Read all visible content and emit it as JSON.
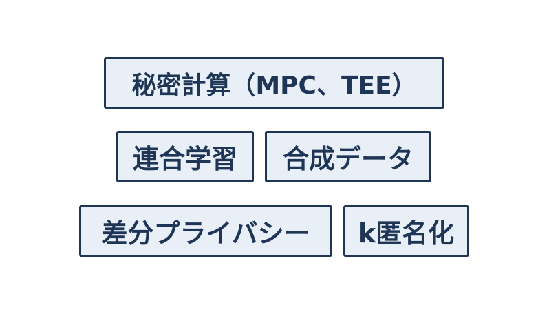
{
  "colors": {
    "border": "#1e3556",
    "fill": "#e8eff7",
    "text": "#1e3556"
  },
  "tags": [
    {
      "label": "秘密計算（MPC、TEE）"
    },
    {
      "label": "連合学習"
    },
    {
      "label": "合成データ"
    },
    {
      "label": "差分プライバシー"
    },
    {
      "label": "k匿名化"
    }
  ]
}
